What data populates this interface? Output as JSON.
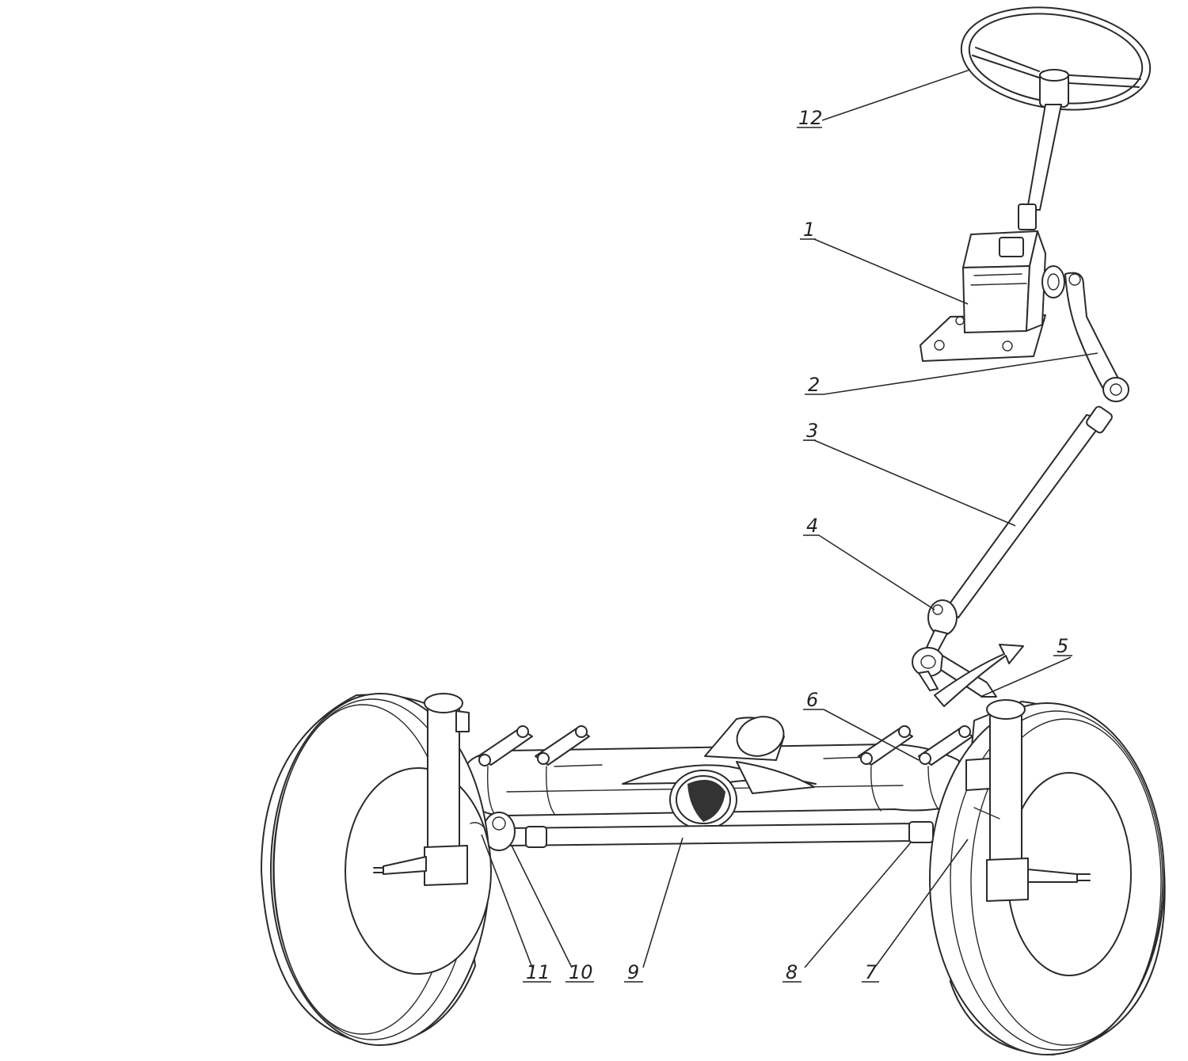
{
  "labels": {
    "l1": "1",
    "l2": "2",
    "l3": "3",
    "l4": "4",
    "l5": "5",
    "l6": "6",
    "l7": "7",
    "l8": "8",
    "l9": "9",
    "l10": "10",
    "l11": "11",
    "l12": "12"
  },
  "colors": {
    "line": "#2b2b2b",
    "background": "#ffffff",
    "shaded": "#333333"
  }
}
